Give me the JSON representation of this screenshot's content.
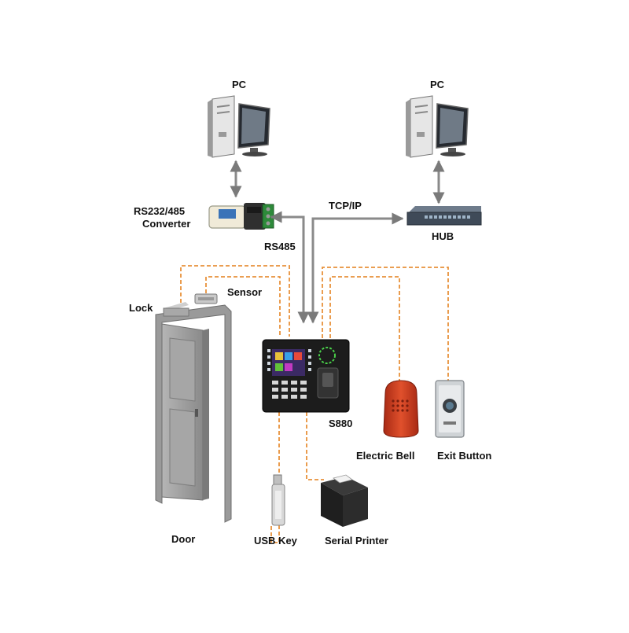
{
  "labels": {
    "pc_left": "PC",
    "pc_right": "PC",
    "converter_line1": "RS232/485",
    "converter_line2": "Converter",
    "tcpip": "TCP/IP",
    "hub": "HUB",
    "rs485": "RS485",
    "lock": "Lock",
    "sensor": "Sensor",
    "device": "S880",
    "electric_bell": "Electric Bell",
    "exit_button": "Exit Button",
    "door": "Door",
    "usb_key": "USB Key",
    "serial_printer": "Serial Printer"
  },
  "colors": {
    "arrow": "#8a8a8a",
    "dashed_wire": "#e8913a",
    "dark_wire": "#555555",
    "door": "#8c8c8c",
    "bell": "#c8381c",
    "device_body": "#1c1c1c"
  }
}
